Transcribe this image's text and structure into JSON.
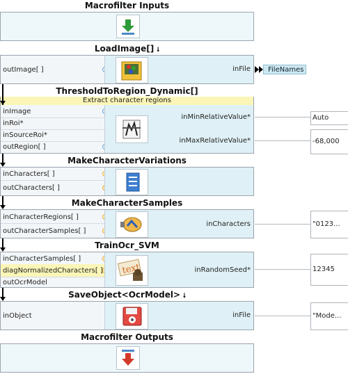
{
  "inputs": {
    "title": "Macrofilter Inputs"
  },
  "outputs": {
    "title": "Macrofilter Outputs"
  },
  "load": {
    "title": "LoadImage[]",
    "arrow": "🠗",
    "out_ports": [
      "outImage[ ]"
    ],
    "param": "inFile",
    "link": "FileNames",
    "icon": "image-load-icon"
  },
  "threshold": {
    "title": "ThresholdToRegion_Dynamic[]",
    "comment": "Extract character regions",
    "ports": [
      "inImage",
      "inRoi*",
      "inSourceRoi*",
      "outRegion[ ]"
    ],
    "params": [
      "inMinRelativeValue*",
      "inMaxRelativeValue*"
    ],
    "values": [
      "Auto",
      "-68,000"
    ],
    "icon": "threshold-icon"
  },
  "variations": {
    "title": "MakeCharacterVariations",
    "ports": [
      "inCharacters[ ]",
      "outCharacters[ ]"
    ],
    "icon": "list-icon"
  },
  "samples": {
    "title": "MakeCharacterSamples",
    "ports": [
      "inCharacterRegions[ ]",
      "outCharacterSamples[ ]"
    ],
    "param": "inCharacters",
    "value": "\"0123...",
    "icon": "samples-icon"
  },
  "train": {
    "title": "TrainOcr_SVM",
    "ports": [
      "inCharacterSamples[ ]",
      "diagNormalizedCharacters[ ]",
      "outOcrModel"
    ],
    "param": "inRandomSeed*",
    "value": "12345",
    "icon": "text-ocr-icon"
  },
  "save": {
    "title": "SaveObject<OcrModel>",
    "arrow": "🠗",
    "ports": [
      "inObject"
    ],
    "param": "inFile",
    "value": "\"Mode...",
    "icon": "save-disk-icon"
  },
  "colors": {
    "panel": "#dff1f6",
    "port_highlight": "#fbf6b8",
    "flow": "#000000"
  }
}
